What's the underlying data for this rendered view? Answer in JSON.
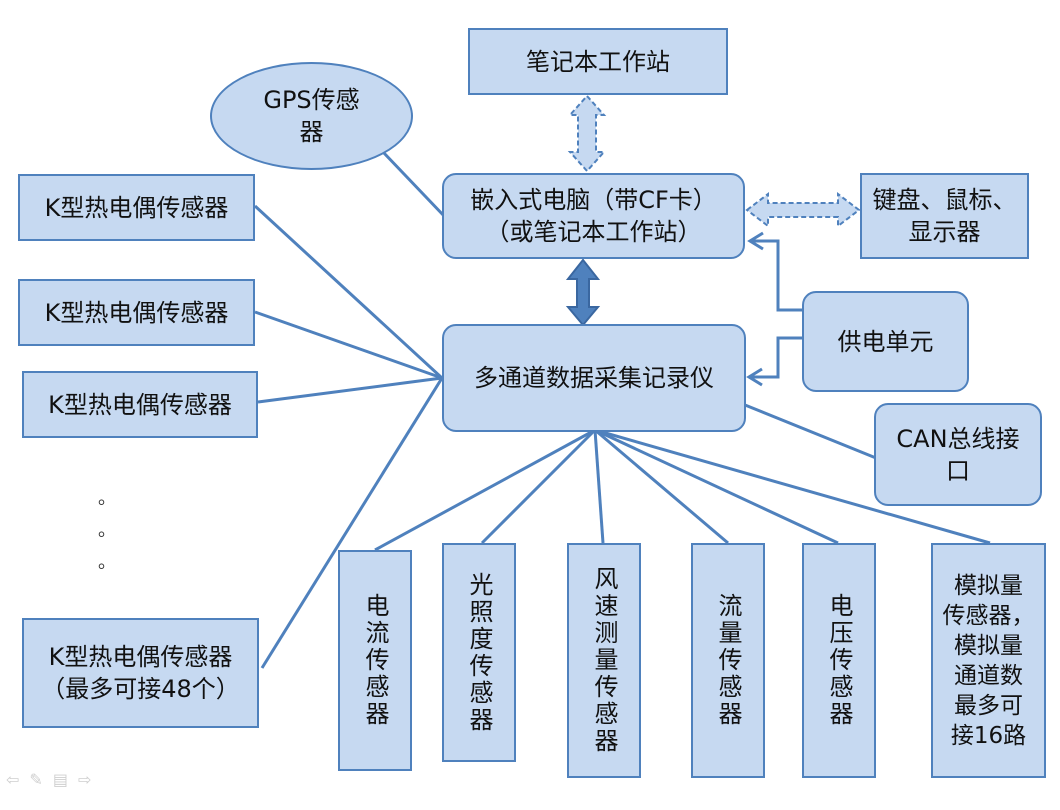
{
  "nodes": {
    "workstation": "笔记本工作站",
    "gps": "GPS传感\n器",
    "embedded": "嵌入式电脑（带CF卡）\n（或笔记本工作站）",
    "keyboard": "键盘、鼠标、\n显示器",
    "power": "供电单元",
    "logger": "多通道数据采集记录仪",
    "can": "CAN总线接\n口",
    "k1": "K型热电偶传感器",
    "k2": "K型热电偶传感器",
    "k3": "K型热电偶传感器",
    "k_last": "K型热电偶传感器\n（最多可接48个）",
    "current": "电流传感器",
    "light": "光照度传感器",
    "wind": "风速测量传感器",
    "flow": "流量传感器",
    "voltage": "电压传感器",
    "analog": "模拟量\n传感器，\n模拟量\n通道数\n最多可\n接16路"
  },
  "ellipsis": [
    "。",
    "。",
    "。"
  ],
  "nav_icons": [
    "prev-arrow-icon",
    "pen-icon",
    "menu-icon",
    "next-arrow-icon"
  ],
  "colors": {
    "fill": "#c6d9f1",
    "border": "#4f81bd",
    "line": "#4f81bd",
    "arrow_dark": "#4f81bd"
  }
}
